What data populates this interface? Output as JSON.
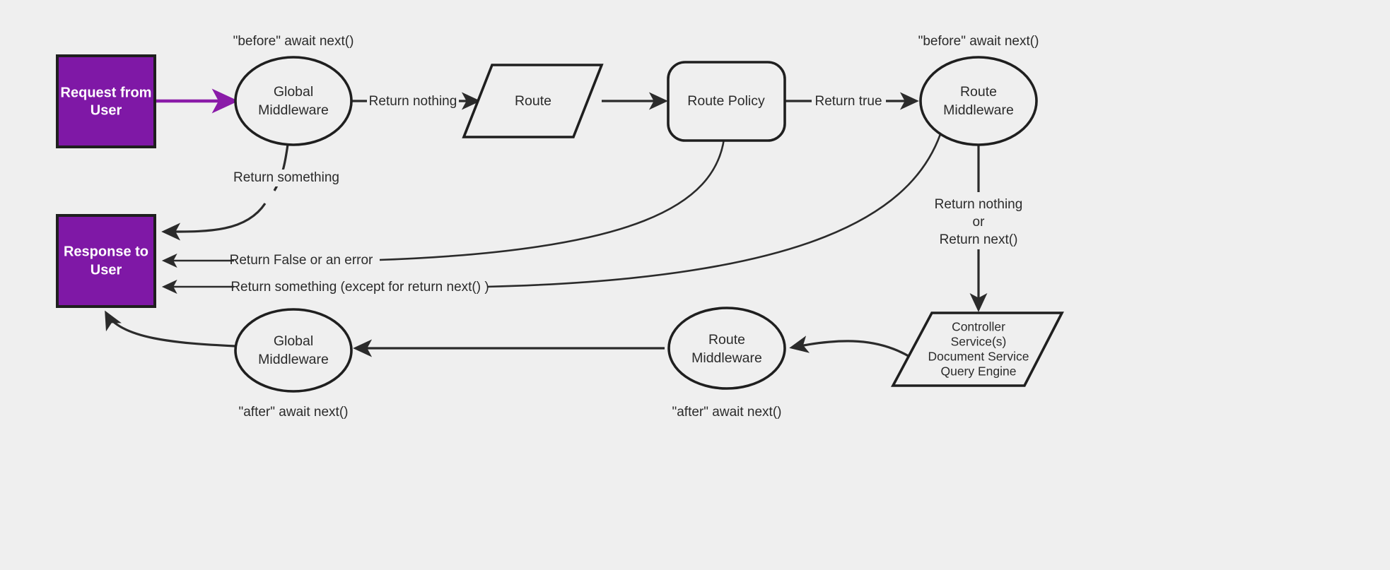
{
  "diagram": {
    "title": "Request / Response middleware pipeline flow",
    "background_color": "#efefef",
    "accent_color": "#7f18a6",
    "line_color": "#2b2b2b"
  },
  "nodes": {
    "request_box": {
      "line1": "Request from",
      "line2": "User",
      "shape": "rectangle",
      "fill": "#7f18a6",
      "text_color": "#ffffff"
    },
    "response_box": {
      "line1": "Response to",
      "line2": "User",
      "shape": "rectangle",
      "fill": "#7f18a6",
      "text_color": "#ffffff"
    },
    "global_mw_top": {
      "line1": "Global",
      "line2": "Middleware",
      "shape": "ellipse"
    },
    "route": {
      "line1": "Route",
      "shape": "parallelogram"
    },
    "route_policy": {
      "line1": "Route Policy",
      "shape": "rounded-rectangle"
    },
    "route_mw_top": {
      "line1": "Route",
      "line2": "Middleware",
      "shape": "ellipse"
    },
    "controller": {
      "line1": "Controller",
      "line2": "Service(s)",
      "line3": "Document Service",
      "line4": "Query Engine",
      "shape": "parallelogram"
    },
    "route_mw_bottom": {
      "line1": "Route",
      "line2": "Middleware",
      "shape": "ellipse"
    },
    "global_mw_bottom": {
      "line1": "Global",
      "line2": "Middleware",
      "shape": "ellipse"
    }
  },
  "annotations": {
    "before_global": "\"before\" await next()",
    "before_route": "\"before\" await next()",
    "after_global": "\"after\" await next()",
    "after_route": "\"after\" await next()"
  },
  "edge_labels": {
    "return_nothing": "Return nothing",
    "return_true": "Return true",
    "return_something_top": "Return something",
    "return_false_or_error": "Return False or an error",
    "return_something_except": "Return something (except for return next() )",
    "return_nothing_or_next_1": "Return nothing",
    "return_nothing_or_next_2": "or",
    "return_nothing_or_next_3": "Return next()"
  }
}
